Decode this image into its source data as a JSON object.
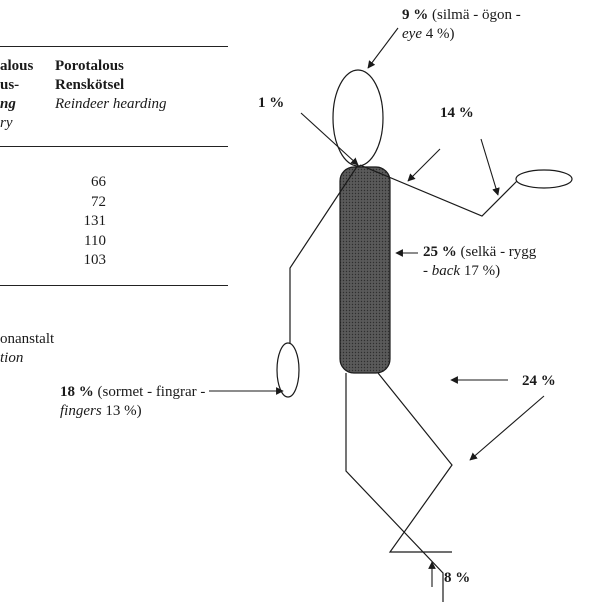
{
  "table": {
    "left_col_header": [
      "alous",
      "us-",
      "ng"
    ],
    "left_col_italic": "ry",
    "right_col_header": [
      "Porotalous",
      "Renskötsel"
    ],
    "right_col_italic": "Reindeer hearding",
    "values": [
      "66",
      "72",
      "131",
      "110",
      "103"
    ]
  },
  "caption": {
    "line1": "onanstalt",
    "line2": "tion"
  },
  "body_labels": {
    "eye": {
      "pct": "9 %",
      "text1": " (silmä - ögon -",
      "text2_italic": "eye",
      "text2": " 4  %)"
    },
    "neck": {
      "pct": "1 %"
    },
    "arm": {
      "pct": "14 %"
    },
    "back": {
      "pct": "25 %",
      "text1": " (selkä - rygg",
      "text2_pre": "- ",
      "text2_italic": "back",
      "text2": " 17 %)"
    },
    "leg": {
      "pct": "24 %"
    },
    "fingers": {
      "pct": "18 %",
      "text1": " (sormet - fingrar -",
      "text2_italic": "fingers",
      "text2": " 13 %)"
    },
    "foot": {
      "pct": "8 %"
    }
  },
  "colors": {
    "torso_fill": "#4a4a4a",
    "ink": "#1a1a1a"
  }
}
